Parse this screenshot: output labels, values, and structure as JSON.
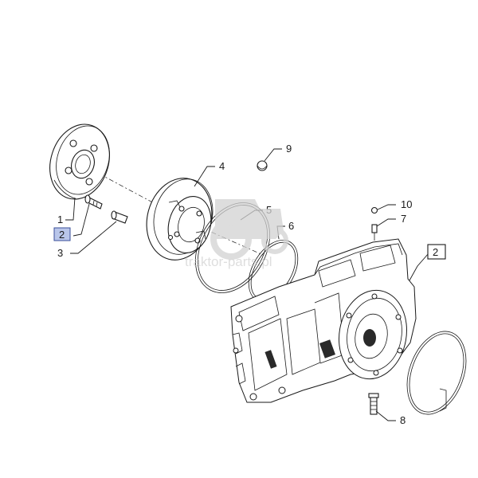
{
  "watermark": "traktor-parts.pl",
  "highlight_color": "#b9c6ea",
  "callouts": {
    "c1": "1",
    "c2": "2",
    "c3": "3",
    "c4": "4",
    "c5": "5",
    "c6": "6",
    "c7": "7",
    "c8": "8",
    "c9": "9",
    "c10": "10",
    "c_edge": "2"
  }
}
